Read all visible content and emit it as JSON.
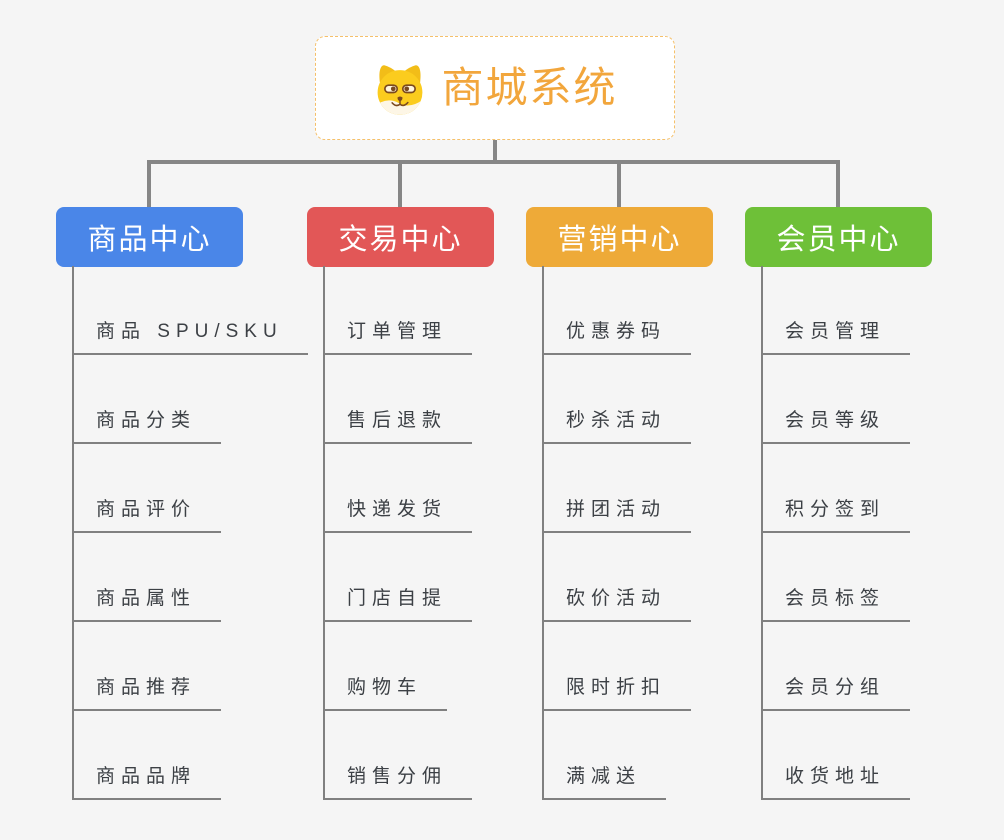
{
  "colors": {
    "canvas_bg": "#f5f5f5",
    "connector": "#868686",
    "root_accent": "#f2a63c",
    "root_border": "#f5c06a",
    "item_text": "#3c4045",
    "branch_text": "#ffffff"
  },
  "root": {
    "title": "商城系统",
    "icon": "doge-icon"
  },
  "branches": [
    {
      "label": "商品中心",
      "color": "#4a86e8",
      "items": [
        "商品 SPU/SKU",
        "商品分类",
        "商品评价",
        "商品属性",
        "商品推荐",
        "商品品牌"
      ]
    },
    {
      "label": "交易中心",
      "color": "#e25757",
      "items": [
        "订单管理",
        "售后退款",
        "快递发货",
        "门店自提",
        "购物车",
        "销售分佣"
      ]
    },
    {
      "label": "营销中心",
      "color": "#eeaa38",
      "items": [
        "优惠券码",
        "秒杀活动",
        "拼团活动",
        "砍价活动",
        "限时折扣",
        "满减送"
      ]
    },
    {
      "label": "会员中心",
      "color": "#6ec038",
      "items": [
        "会员管理",
        "会员等级",
        "积分签到",
        "会员标签",
        "会员分组",
        "收货地址"
      ]
    }
  ]
}
